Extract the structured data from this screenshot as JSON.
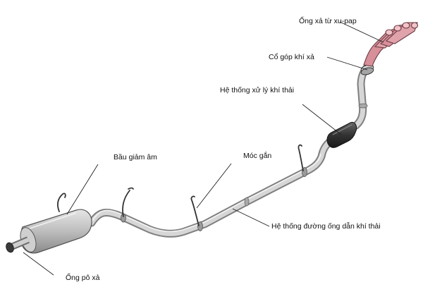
{
  "labels": {
    "exhaust_valve_pipe": "Ống xả từ xu-pap",
    "exhaust_manifold": "Cổ góp khí xả",
    "exhaust_treatment_system": "Hệ thống xử lý khí thải",
    "hanger_hook": "Móc gắn",
    "muffler": "Bầu giảm âm",
    "exhaust_pipe_system": "Hệ thống đường ống dẫn khí thải",
    "tailpipe": "Ống pô xả"
  },
  "colors": {
    "pipe": "#c9c9c9",
    "pipe_shade": "#8e8e8e",
    "muffler": "#bdbdbd",
    "catalytic_converter": "#3a3a3a",
    "manifold": "#d78f9a",
    "leader": "#222222"
  }
}
